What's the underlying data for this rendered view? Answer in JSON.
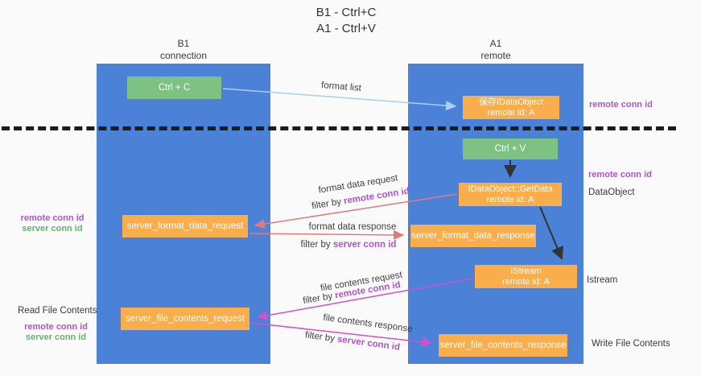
{
  "title": {
    "line1": "B1 - Ctrl+C",
    "line2": "A1 - Ctrl+V"
  },
  "lanes": {
    "left": {
      "name": "B1",
      "role": "connection"
    },
    "right": {
      "name": "A1",
      "role": "remote"
    }
  },
  "boxes": {
    "ctrl_c": {
      "label": "Ctrl + C"
    },
    "save_idataobject": {
      "title": "保存IDataObject",
      "subtitle": "remote id: A"
    },
    "ctrl_v": {
      "label": "Ctrl + V"
    },
    "getdata": {
      "title": "IDataObject::GetData",
      "subtitle": "remote id: A"
    },
    "format_request": {
      "label": "server_format_data_request"
    },
    "format_response": {
      "label": "server_format_data_response"
    },
    "istream": {
      "title": "IStream",
      "subtitle": "remote id: A"
    },
    "file_request": {
      "label": "server_file_contents_request"
    },
    "file_response": {
      "label": "server_file_contents_response"
    }
  },
  "arrows": {
    "format_list": {
      "label": "format list"
    },
    "format_data_request": {
      "label": "format data request",
      "filter_prefix": "filter by ",
      "filter_key": "remote conn id"
    },
    "format_data_response": {
      "label": "format data response",
      "filter_prefix": "filter by ",
      "filter_key": "server conn id"
    },
    "file_contents_request": {
      "label": "file contents request",
      "filter_prefix": "filter by ",
      "filter_key": "remote conn id"
    },
    "file_contents_response": {
      "label": "file contents response",
      "filter_prefix": "filter by ",
      "filter_key": "server conn id"
    }
  },
  "side_labels": {
    "right_conn_top": "remote conn id",
    "right_conn_mid": "remote conn id",
    "dataobject": "DataObject",
    "istream": "Istream",
    "write_file": "Write File Contents",
    "left_remote_conn": "remote conn id",
    "left_server_conn": "server conn id",
    "read_file": "Read File Contents",
    "read_remote_conn": "remote conn id",
    "read_server_conn": "server conn id"
  },
  "colors": {
    "lane_blue": "#4b82d8",
    "action_green": "#7dc282",
    "message_orange": "#f9ae4b",
    "remote_purple": "#ab57c9",
    "server_green": "#67b16a",
    "arrow_salmon": "#e07b7b",
    "arrow_magenta": "#cc52ce",
    "arrow_lightblue": "#a9ceee",
    "arrow_black": "#333333"
  }
}
